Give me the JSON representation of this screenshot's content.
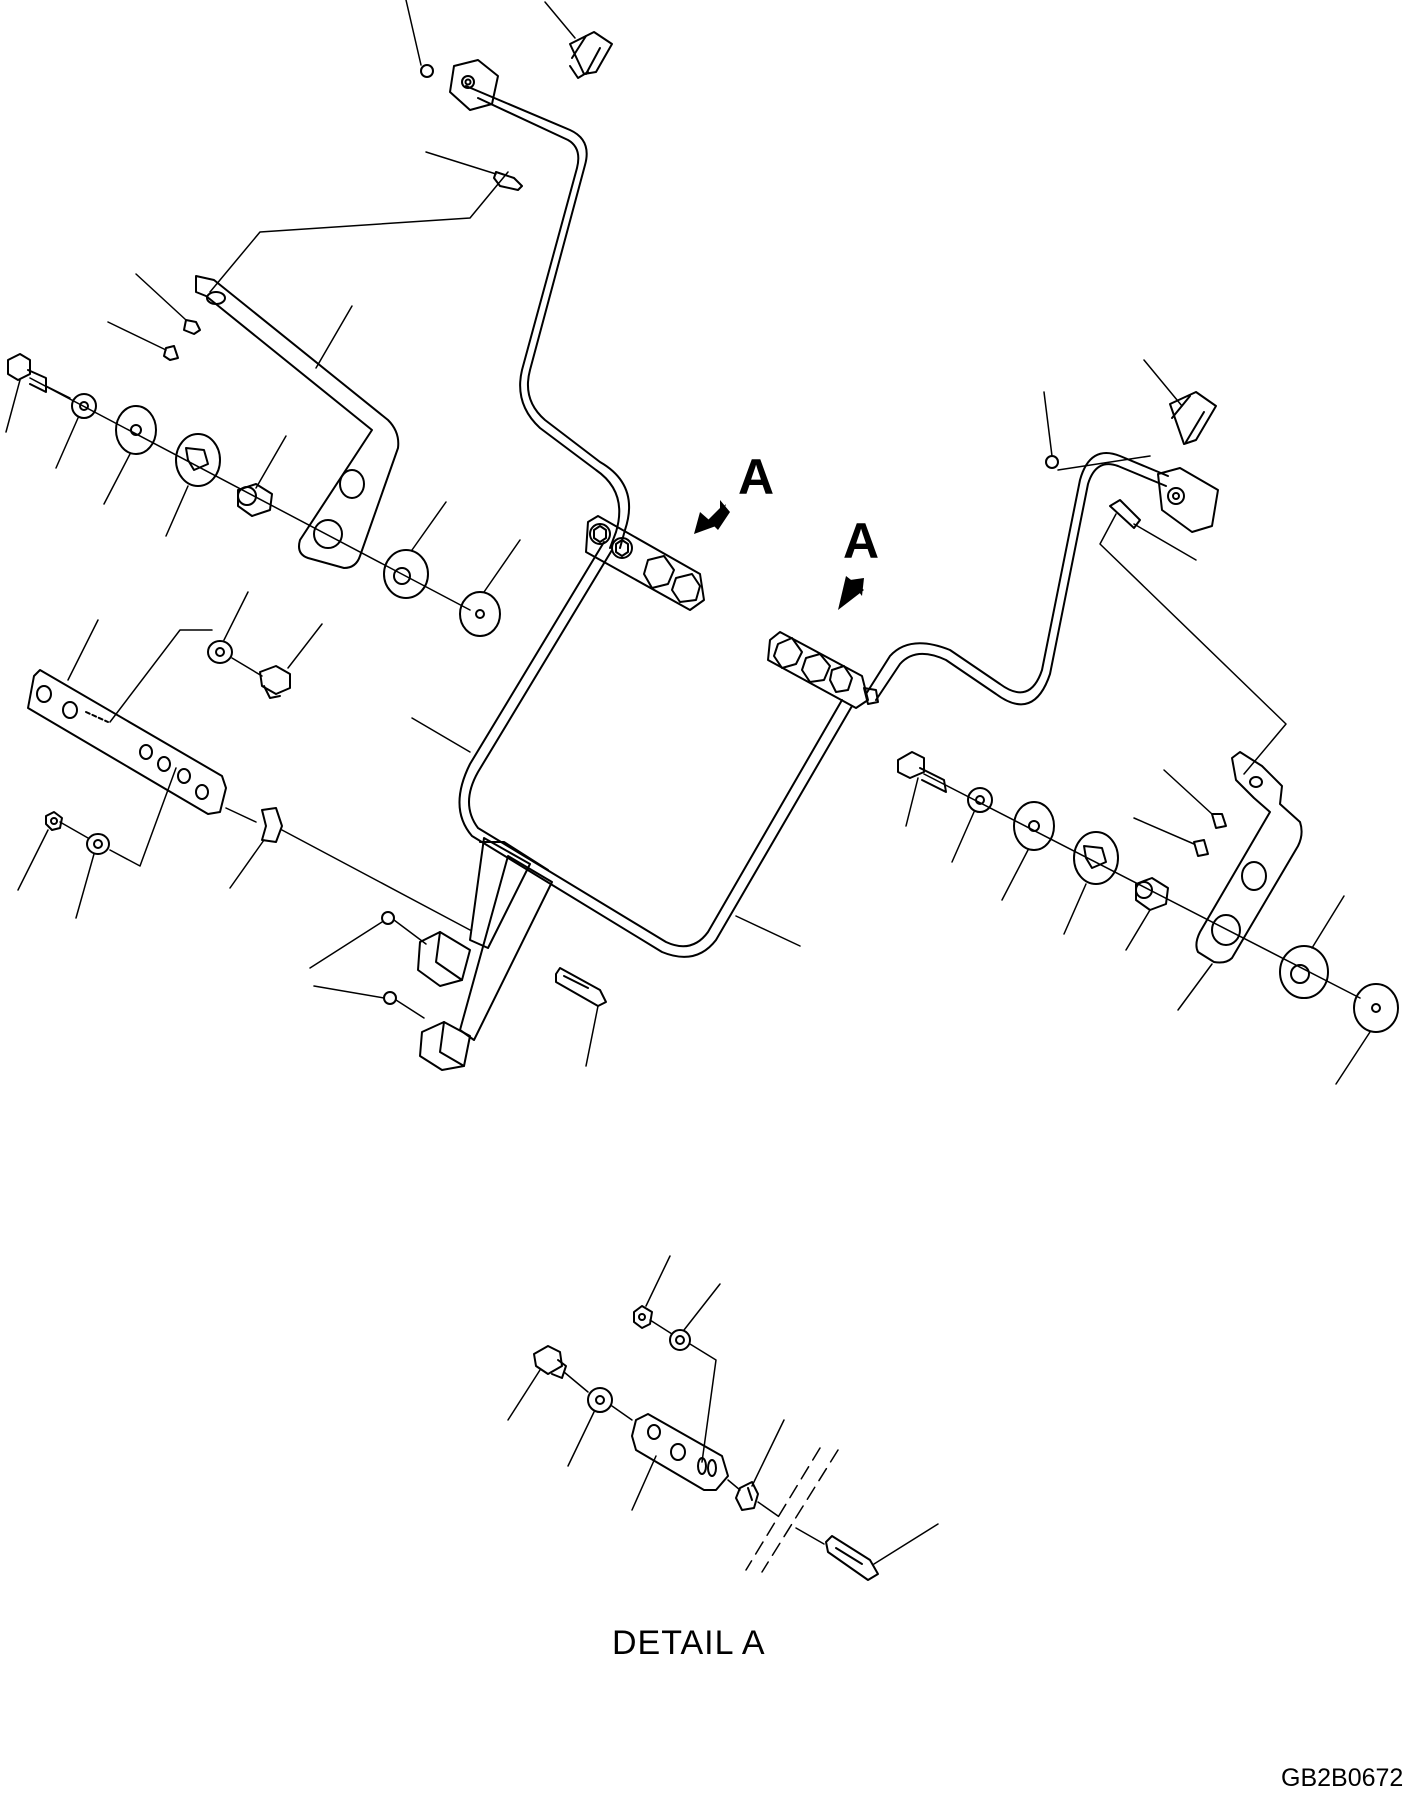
{
  "labels": {
    "view_arrow_label": "A",
    "detail_caption": "DETAIL A",
    "drawing_code": "GB2B0672"
  },
  "colors": {
    "line": "#000000",
    "background": "#ffffff"
  }
}
